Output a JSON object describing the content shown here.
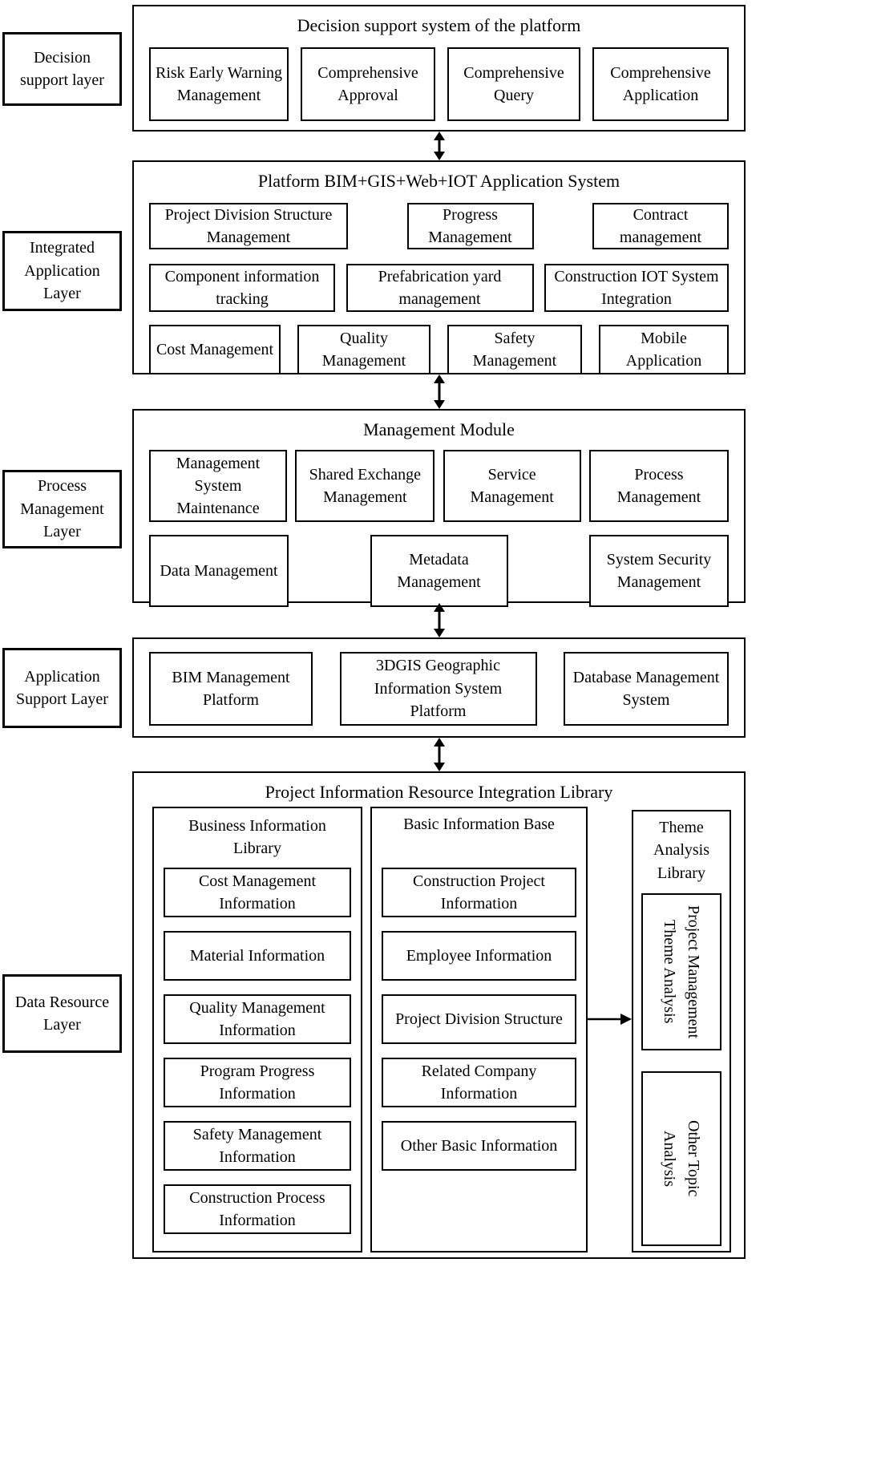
{
  "colors": {
    "border": "#000000",
    "background": "#ffffff",
    "text": "#000000"
  },
  "side_labels": [
    "Decision support layer",
    "Integrated Application Layer",
    "Process Management Layer",
    "Application Support Layer",
    "Data Resource Layer"
  ],
  "decision_section": {
    "title": "Decision support system of the platform",
    "items": [
      "Risk Early Warning Management",
      "Comprehensive Approval",
      "Comprehensive Query",
      "Comprehensive Application"
    ]
  },
  "application_section": {
    "title": "Platform BIM+GIS+Web+IOT Application System",
    "row1": [
      "Project Division Structure Management",
      "Progress Management",
      "Contract management"
    ],
    "row2": [
      "Component information tracking",
      "Prefabrication yard management",
      "Construction IOT System Integration"
    ],
    "row3": [
      "Cost Management",
      "Quality Management",
      "Safety Management",
      "Mobile Application"
    ]
  },
  "management_section": {
    "title": "Management Module",
    "row1": [
      "Management System Maintenance",
      "Shared Exchange Management",
      "Service Management",
      "Process Management"
    ],
    "row2": [
      "Data Management",
      "Metadata Management",
      "System Security Management"
    ]
  },
  "support_section": {
    "items": [
      "BIM Management Platform",
      "3DGIS Geographic Information System Platform",
      "Database Management System"
    ]
  },
  "data_section": {
    "title": "Project Information Resource Integration Library",
    "business": {
      "title": "Business Information Library",
      "items": [
        "Cost Management Information",
        "Material Information",
        "Quality Management Information",
        "Program Progress Information",
        "Safety Management Information",
        "Construction Process Information"
      ]
    },
    "basic": {
      "title": "Basic Information Base",
      "items": [
        "Construction Project Information",
        "Employee Information",
        "Project Division Structure",
        "Related Company Information",
        "Other Basic Information"
      ]
    },
    "theme": {
      "title": "Theme Analysis Library",
      "boxes": [
        {
          "line1": "Project Management",
          "line2": "Theme Analysis"
        },
        {
          "line1": "Other Topic",
          "line2": "Analysis"
        }
      ]
    }
  }
}
